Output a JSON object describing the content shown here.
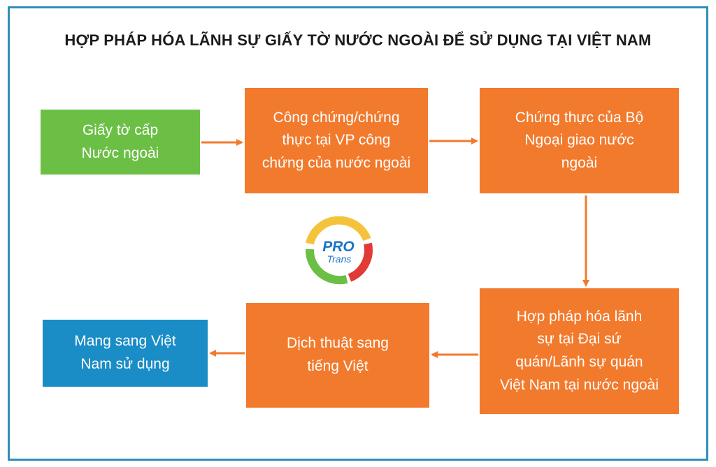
{
  "title": "HỢP PHÁP HÓA LÃNH SỰ GIẤY TỜ NƯỚC NGOÀI ĐỂ SỬ DỤNG TẠI VIỆT NAM",
  "steps": {
    "source": [
      "Giấy tờ cấp",
      "Nước ngoài"
    ],
    "notary": [
      "Công chứng/chứng",
      "thực tại VP công",
      "chứng của nước ngoài"
    ],
    "mofa": [
      "Chứng thực của Bộ",
      "Ngoại giao nước",
      "ngoài"
    ],
    "legalization": [
      "Hợp pháp hóa lãnh",
      "sự tại Đại sứ",
      "quán/Lãnh sự quán",
      "Việt Nam tại nước ngoài"
    ],
    "translation": [
      "Dịch thuật sang",
      "tiếng Việt"
    ],
    "use": [
      "Mang sang Việt",
      "Nam sử dụng"
    ]
  },
  "logo": {
    "line1": "PRO",
    "line2": "Trans"
  },
  "colors": {
    "frame": "#2f8fb8",
    "green": "#6cbf45",
    "orange": "#f27a2d",
    "blue": "#1a8cc6",
    "arrow": "#f27a2d",
    "logo_yellow": "#f5c33b",
    "logo_red": "#e23a36",
    "logo_green": "#6cbf45",
    "logo_text_blue": "#1a73c6"
  }
}
